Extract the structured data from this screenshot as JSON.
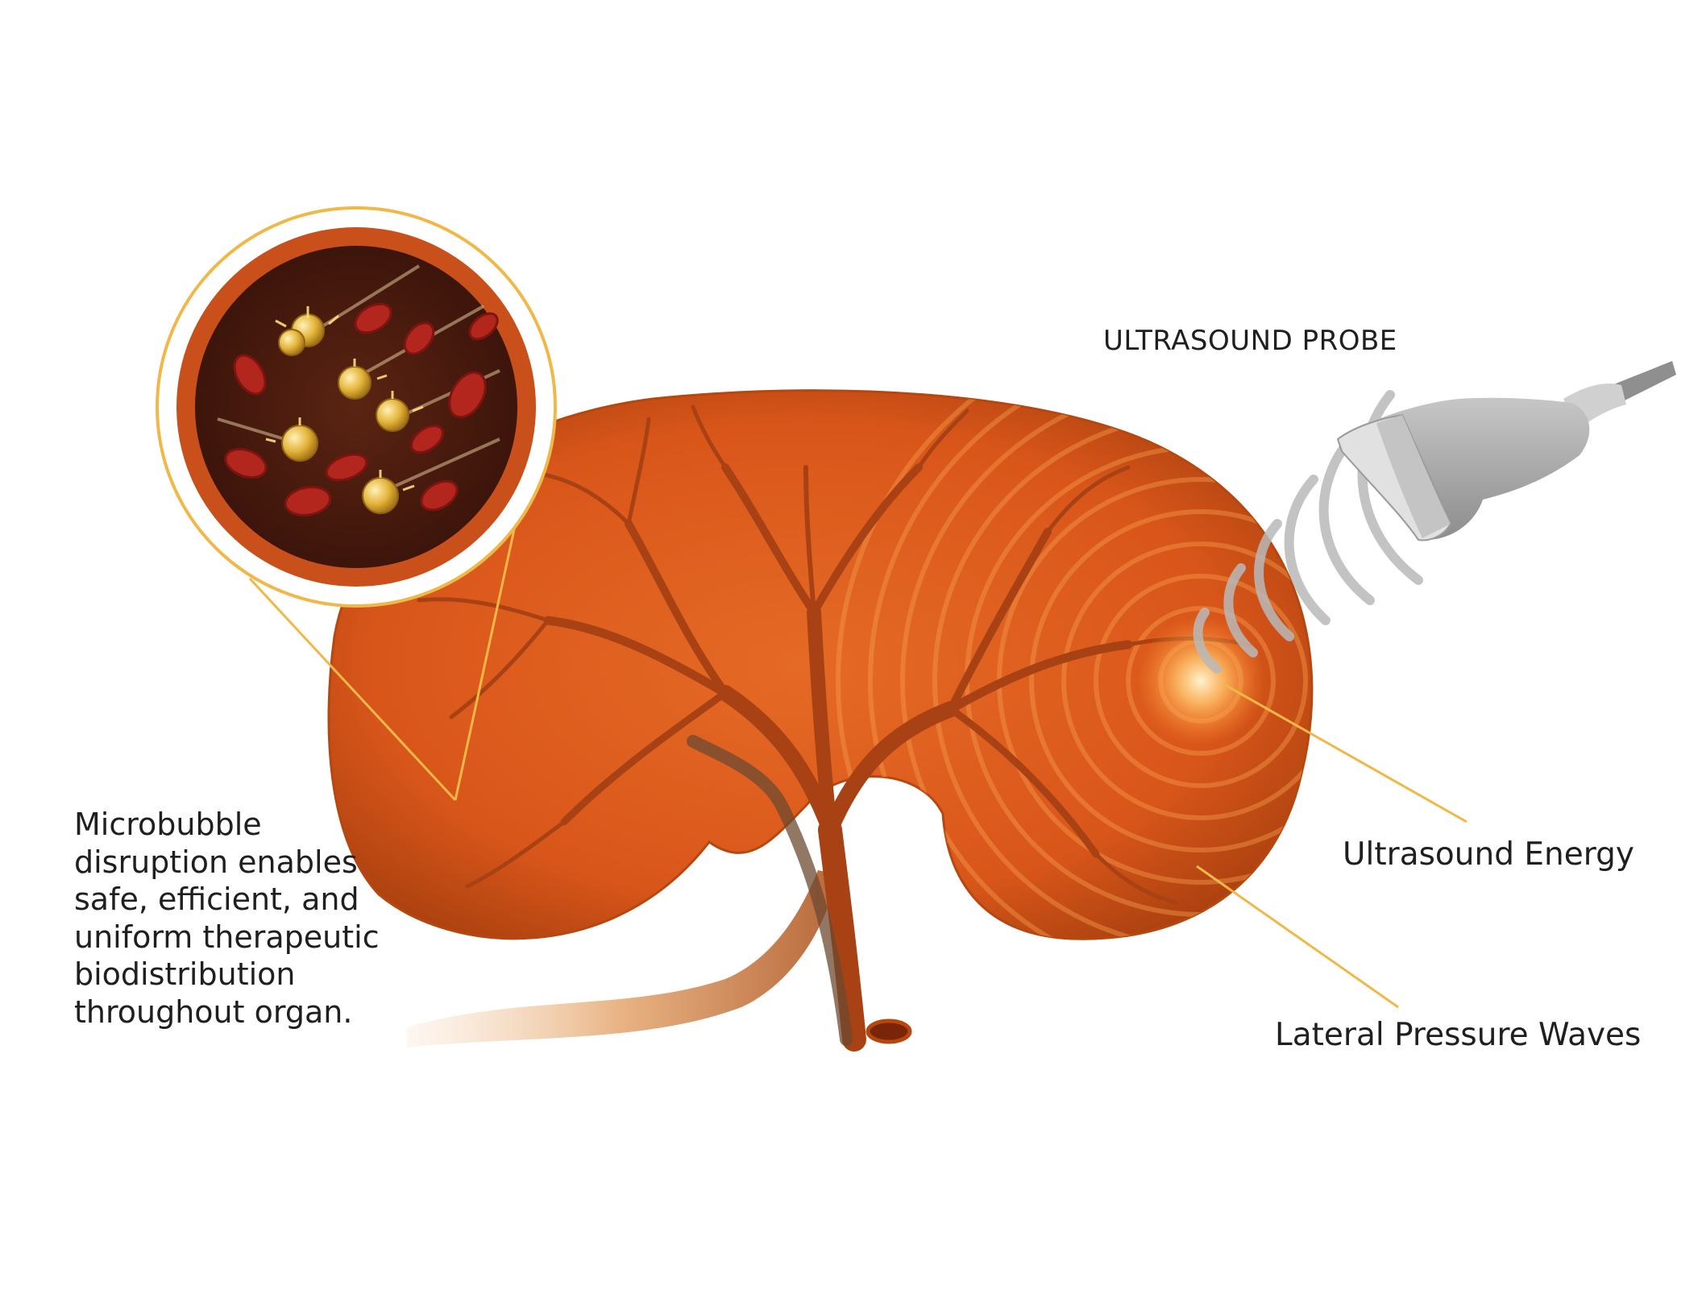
{
  "labels": {
    "probe_title": "ULTRASOUND PROBE",
    "energy": "Ultrasound Energy",
    "pressure_waves": "Lateral Pressure Waves"
  },
  "description": {
    "lines": [
      "Microbubble",
      "disruption enables",
      "safe, efficient, and",
      "uniform therapeutic",
      "biodistribution",
      "throughout organ."
    ]
  },
  "colors": {
    "organ": "#d9561a",
    "organ_dark": "#9e350c",
    "vessel": "#a84214",
    "callout_line": "#f0b848",
    "probe_body": "#a9a9a9",
    "probe_face": "#dcdcdc",
    "focus_glow": "#ffd98a",
    "blood_cell": "#b3261e",
    "microbubble": "#e3b43a"
  },
  "icons": {
    "probe": "ultrasound-probe-icon",
    "kidney": "kidney-illustration",
    "zoom": "magnified-vessel-icon"
  }
}
